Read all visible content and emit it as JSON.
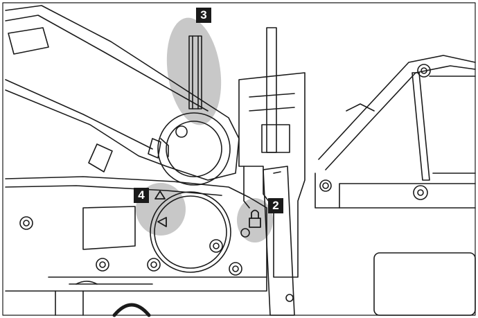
{
  "callouts": {
    "c2": {
      "label": "2",
      "target": "lock-knob"
    },
    "c3": {
      "label": "3",
      "target": "rear-pin"
    },
    "c4": {
      "label": "4",
      "target": "rotation-dial"
    }
  },
  "colors": {
    "line": "#1a1a1a",
    "highlight": "#c8c8c8",
    "background": "#ffffff"
  },
  "icons": {
    "lock": "padlock-icon",
    "arrow_up": "triangle-up-icon",
    "arrow_left": "triangle-left-icon"
  }
}
